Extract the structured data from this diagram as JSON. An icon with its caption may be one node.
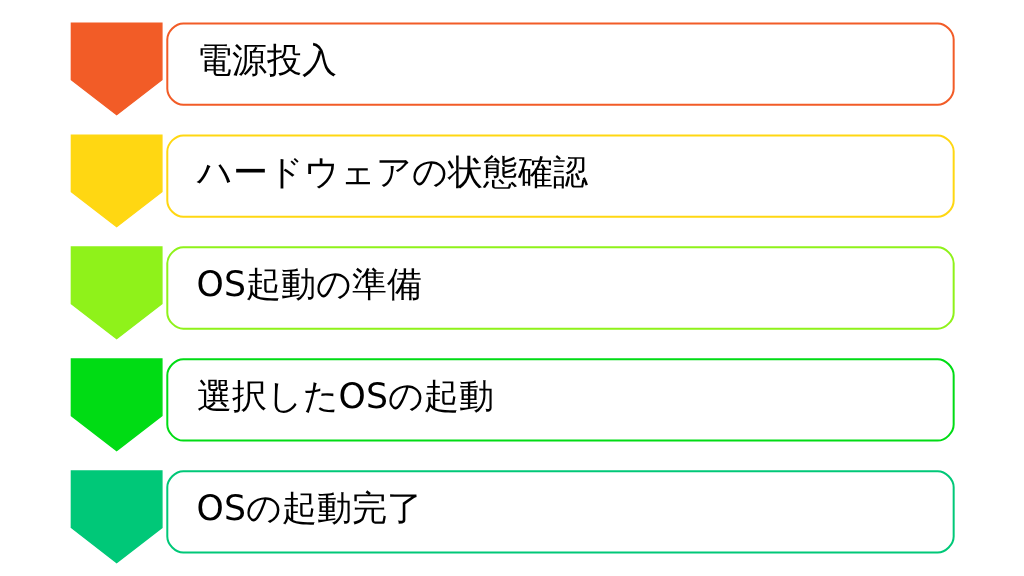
{
  "diagram": {
    "nodes": [
      {
        "text": [],
        "shape": "chevron"
      },
      {
        "text": [
          "電源投入"
        ]
      },
      {
        "text": [],
        "shape": "chevron"
      },
      {
        "text": [
          "ハードウェアの状態確認"
        ]
      },
      {
        "text": [],
        "shape": "chevron"
      },
      {
        "text": [
          "OS起動の準備"
        ]
      },
      {
        "text": [],
        "shape": "chevron"
      },
      {
        "text": [
          "選択したOSの起動"
        ]
      },
      {
        "text": [],
        "shape": "chevron"
      },
      {
        "text": [
          "OSの起動完了"
        ]
      }
    ],
    "edges": []
  }
}
